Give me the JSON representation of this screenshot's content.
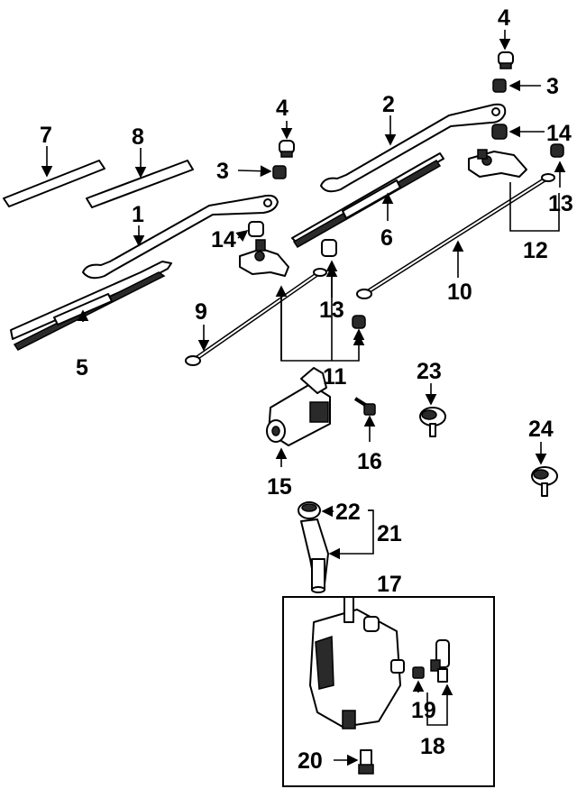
{
  "callouts": {
    "c1": "1",
    "c2": "2",
    "c3a": "3",
    "c3b": "3",
    "c4a": "4",
    "c4b": "4",
    "c5": "5",
    "c6": "6",
    "c7": "7",
    "c8": "8",
    "c9": "9",
    "c10": "10",
    "c11": "11",
    "c12": "12",
    "c13a": "13",
    "c13b": "13",
    "c14a": "14",
    "c14b": "14",
    "c15": "15",
    "c16": "16",
    "c17": "17",
    "c18": "18",
    "c19": "19",
    "c20": "20",
    "c21": "21",
    "c22": "22",
    "c23": "23",
    "c24": "24"
  },
  "colors": {
    "ink": "#000000",
    "paper": "#ffffff"
  }
}
